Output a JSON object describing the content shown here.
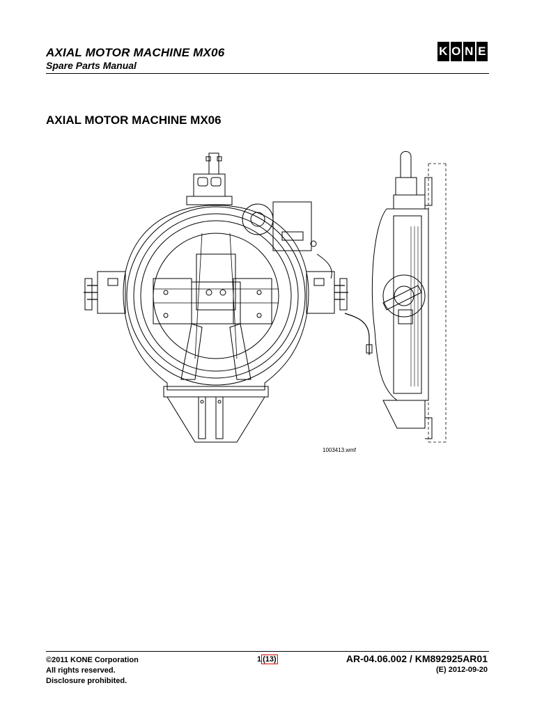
{
  "header": {
    "title": "AXIAL MOTOR MACHINE MX06",
    "subtitle": "Spare Parts Manual",
    "logo_letters": [
      "K",
      "O",
      "N",
      "E"
    ],
    "logo_color": "#000000"
  },
  "section": {
    "title": "AXIAL MOTOR MACHINE MX06"
  },
  "figure": {
    "icon": "machine-technical-drawing",
    "reference": "1003413.wmf"
  },
  "footer": {
    "copyright_symbol": "©",
    "copyright": "2011 KONE Corporation",
    "rights": "All rights reserved.",
    "disclosure": "Disclosure prohibited.",
    "page_current": "1",
    "page_open": "(",
    "page_total": "13",
    "page_close": ")",
    "doc_id": "AR-04.06.002 / KM892925AR01",
    "date": "(E) 2012-09-20"
  }
}
